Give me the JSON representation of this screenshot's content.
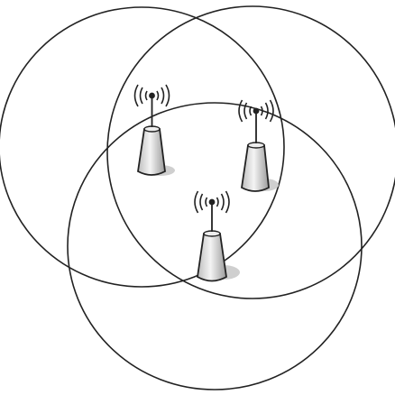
{
  "diagram": {
    "type": "overlapping-coverage-circles",
    "colors": {
      "background": "#ffffff",
      "circle_stroke": "#222222",
      "tower_fill": "#e6e6e6",
      "tower_stroke": "#222222",
      "shadow": "#c8c8c8"
    },
    "coverage_areas": [
      {
        "name": "coverage-circle-left"
      },
      {
        "name": "coverage-circle-right"
      },
      {
        "name": "coverage-circle-bottom"
      }
    ],
    "antennas": [
      {
        "name": "antenna-left",
        "icon": "wireless-signal-icon"
      },
      {
        "name": "antenna-right",
        "icon": "wireless-signal-icon"
      },
      {
        "name": "antenna-center",
        "icon": "wireless-signal-icon"
      }
    ]
  }
}
